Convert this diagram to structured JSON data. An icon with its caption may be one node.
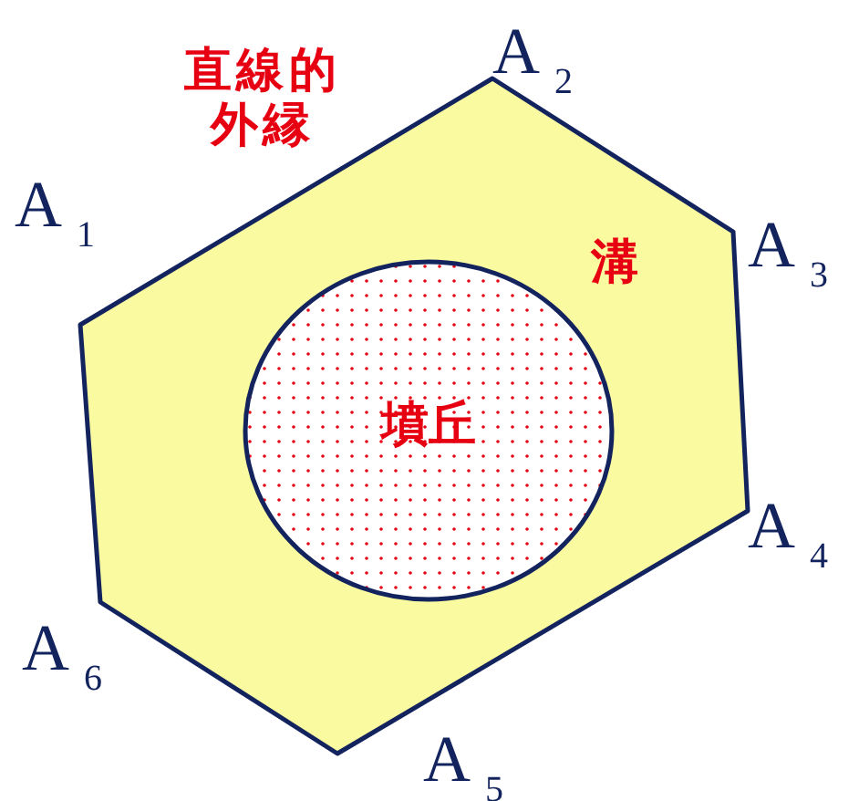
{
  "diagram": {
    "nodes": [
      {
        "text": [
          "溝"
        ]
      },
      {
        "text": [
          "墳丘"
        ],
        "in": 0
      }
    ],
    "labels": [
      "直線的外縁",
      "A$_{2}$",
      "A$_{1}$",
      "A$_{3}$",
      "A$_{4}$",
      "A$_{6}$",
      "A$_{5}$"
    ]
  }
}
